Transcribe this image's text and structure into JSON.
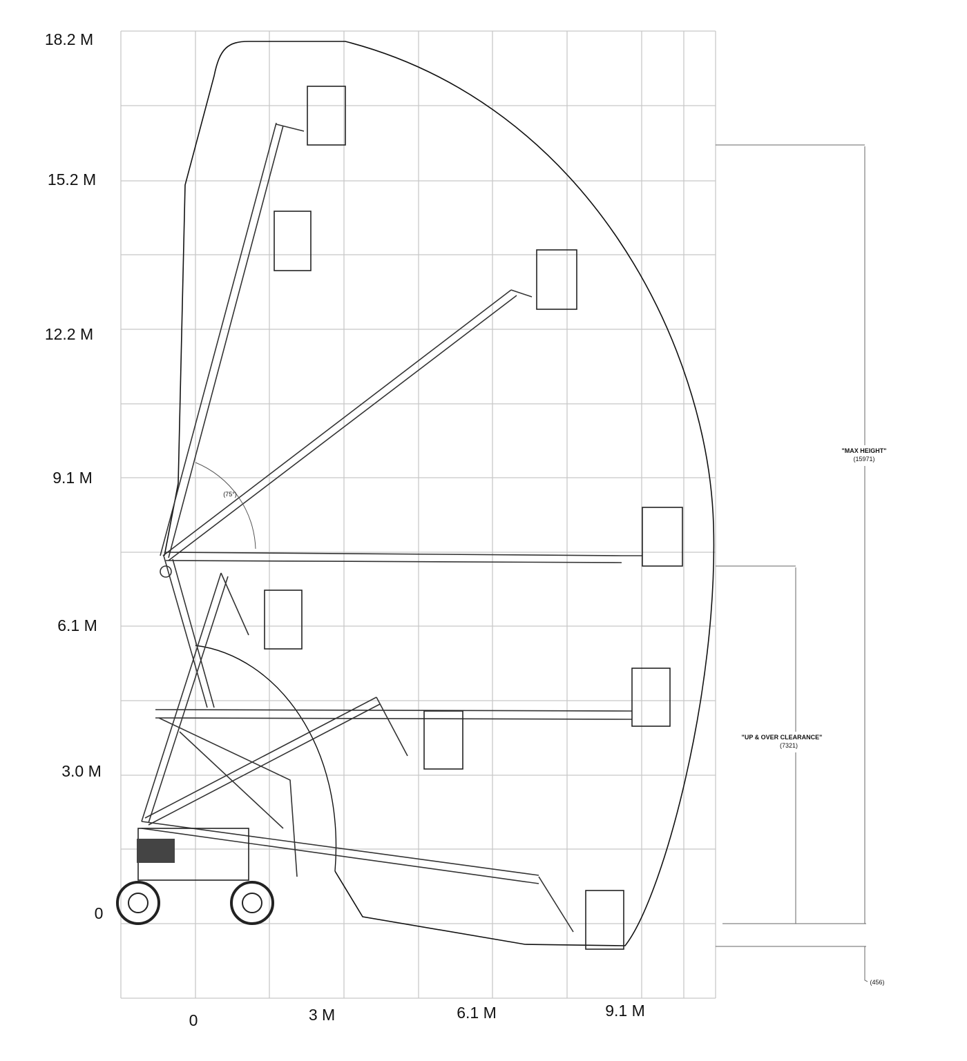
{
  "title": "Working range diagram",
  "y_axis": {
    "labels": [
      "18.2 M",
      "15.2 M",
      "12.2 M",
      "9.1 M",
      "6.1 M",
      "3.0 M",
      "0"
    ]
  },
  "x_axis": {
    "labels": [
      "0",
      "3 M",
      "6.1 M",
      "9.1 M"
    ]
  },
  "annotations": {
    "angle": "(75°)",
    "max_height_label": "\"MAX HEIGHT\"",
    "max_height_value": "(15971)",
    "up_over_label": "\"UP & OVER CLEARANCE\"",
    "up_over_value": "(7321)",
    "below_grade_value": "(456)"
  }
}
